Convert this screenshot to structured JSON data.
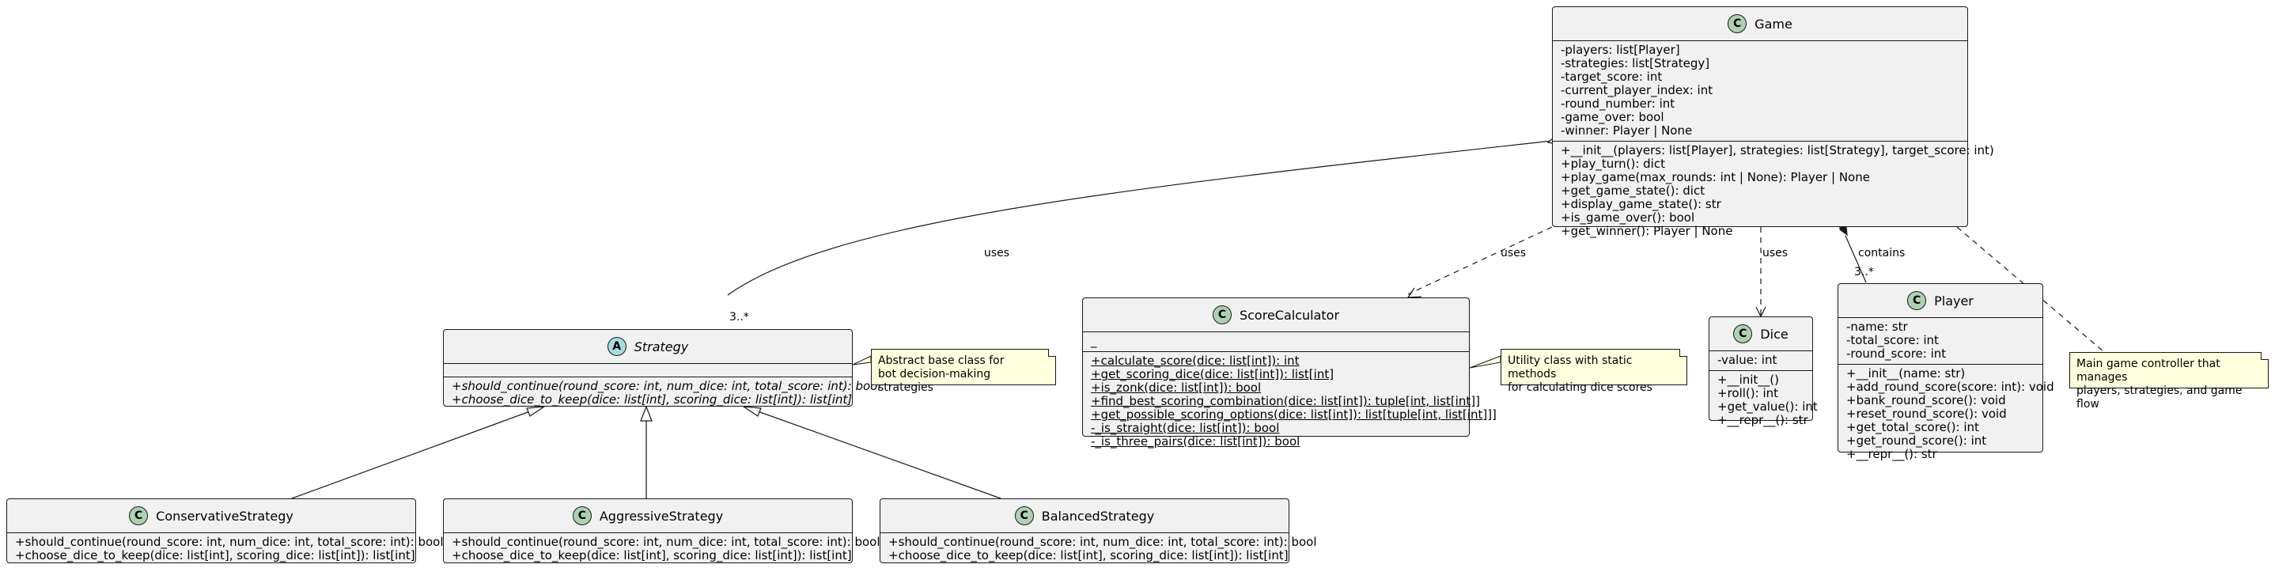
{
  "classes": {
    "game": {
      "name": "Game",
      "kind": "C",
      "attributes": [
        "-players: list[Player]",
        "-strategies: list[Strategy]",
        "-target_score: int",
        "-current_player_index: int",
        "-round_number: int",
        "-game_over: bool",
        "-winner: Player | None"
      ],
      "methods": [
        "+__init__(players: list[Player], strategies: list[Strategy], target_score: int)",
        "+play_turn(): dict",
        "+play_game(max_rounds: int | None): Player | None",
        "+get_game_state(): dict",
        "+display_game_state(): str",
        "+is_game_over(): bool",
        "+get_winner(): Player | None"
      ]
    },
    "strategy": {
      "name": "Strategy",
      "kind": "A",
      "attributes": [],
      "methods": [
        "+should_continue(round_score: int, num_dice: int, total_score: int): bool",
        "+choose_dice_to_keep(dice: list[int], scoring_dice: list[int]): list[int]"
      ]
    },
    "score_calculator": {
      "name": "ScoreCalculator",
      "kind": "C",
      "attributes": [
        "_"
      ],
      "methods": [
        "+calculate_score(dice: list[int]): int",
        "+get_scoring_dice(dice: list[int]): list[int]",
        "+is_zonk(dice: list[int]): bool",
        "+find_best_scoring_combination(dice: list[int]): tuple[int, list[int]]",
        "+get_possible_scoring_options(dice: list[int]): list[tuple[int, list[int]]]",
        "-_is_straight(dice: list[int]): bool",
        "-_is_three_pairs(dice: list[int]): bool"
      ]
    },
    "dice": {
      "name": "Dice",
      "kind": "C",
      "attributes": [
        "-value: int"
      ],
      "methods": [
        "+__init__()",
        "+roll(): int",
        "+get_value(): int",
        "+__repr__(): str"
      ]
    },
    "player": {
      "name": "Player",
      "kind": "C",
      "attributes": [
        "-name: str",
        "-total_score: int",
        "-round_score: int"
      ],
      "methods": [
        "+__init__(name: str)",
        "+add_round_score(score: int): void",
        "+bank_round_score(): void",
        "+reset_round_score(): void",
        "+get_total_score(): int",
        "+get_round_score(): int",
        "+__repr__(): str"
      ]
    },
    "conservative": {
      "name": "ConservativeStrategy",
      "kind": "C",
      "methods": [
        "+should_continue(round_score: int, num_dice: int, total_score: int): bool",
        "+choose_dice_to_keep(dice: list[int], scoring_dice: list[int]): list[int]"
      ]
    },
    "aggressive": {
      "name": "AggressiveStrategy",
      "kind": "C",
      "methods": [
        "+should_continue(round_score: int, num_dice: int, total_score: int): bool",
        "+choose_dice_to_keep(dice: list[int], scoring_dice: list[int]): list[int]"
      ]
    },
    "balanced": {
      "name": "BalancedStrategy",
      "kind": "C",
      "methods": [
        "+should_continue(round_score: int, num_dice: int, total_score: int): bool",
        "+choose_dice_to_keep(dice: list[int], scoring_dice: list[int]): list[int]"
      ]
    }
  },
  "notes": {
    "strategy": [
      "Abstract base class for",
      "bot decision-making strategies"
    ],
    "score_calculator": [
      "Utility class with static methods",
      "for calculating dice scores"
    ],
    "game": [
      "Main game controller that manages",
      "players, strategies, and game flow"
    ]
  },
  "relations": {
    "game_strategy_label": "uses",
    "game_strategy_mult": "3..*",
    "game_score_label": "uses",
    "game_dice_label": "uses",
    "game_player_label": "contains",
    "game_player_mult": "3..*"
  },
  "colors": {
    "class_fill": "#f1f1f1",
    "note_fill": "#feffdd",
    "class_badge": "#add1b2",
    "abstract_badge": "#a9dcdf",
    "line": "#181818"
  }
}
